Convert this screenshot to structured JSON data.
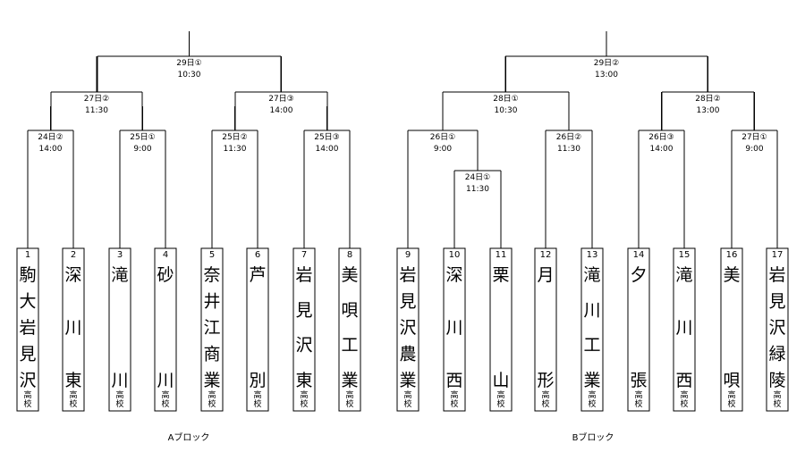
{
  "blocks": [
    {
      "label": "Aブロック",
      "matches": [
        {
          "id": "a1",
          "date": "24日②",
          "time": "14:00"
        },
        {
          "id": "a2",
          "date": "25日①",
          "time": "9:00"
        },
        {
          "id": "a3",
          "date": "25日②",
          "time": "11:30"
        },
        {
          "id": "a4",
          "date": "25日③",
          "time": "14:00"
        },
        {
          "id": "a5",
          "date": "27日②",
          "time": "11:30"
        },
        {
          "id": "a6",
          "date": "27日③",
          "time": "14:00"
        },
        {
          "id": "a7",
          "date": "29日①",
          "time": "10:30"
        }
      ],
      "teams": [
        {
          "number": "1",
          "name": "駒大岩見沢",
          "suffix": "高校"
        },
        {
          "number": "2",
          "name": "深川東",
          "suffix": "高校"
        },
        {
          "number": "3",
          "name": "滝川",
          "suffix": "高校"
        },
        {
          "number": "4",
          "name": "砂川",
          "suffix": "高校"
        },
        {
          "number": "5",
          "name": "奈井江商業",
          "suffix": "高校"
        },
        {
          "number": "6",
          "name": "芦別",
          "suffix": "高校"
        },
        {
          "number": "7",
          "name": "岩見沢東",
          "suffix": "高校"
        },
        {
          "number": "8",
          "name": "美唄工業",
          "suffix": "高校"
        }
      ]
    },
    {
      "label": "Bブロック",
      "matches": [
        {
          "id": "b0",
          "date": "24日①",
          "time": "11:30"
        },
        {
          "id": "b1",
          "date": "26日①",
          "time": "9:00"
        },
        {
          "id": "b2",
          "date": "26日②",
          "time": "11:30"
        },
        {
          "id": "b3",
          "date": "26日③",
          "time": "14:00"
        },
        {
          "id": "b4",
          "date": "27日①",
          "time": "9:00"
        },
        {
          "id": "b5",
          "date": "28日①",
          "time": "10:30"
        },
        {
          "id": "b6",
          "date": "28日②",
          "time": "13:00"
        },
        {
          "id": "b7",
          "date": "29日②",
          "time": "13:00"
        }
      ],
      "teams": [
        {
          "number": "9",
          "name": "岩見沢農業",
          "suffix": "高校"
        },
        {
          "number": "10",
          "name": "深川西",
          "suffix": "高校"
        },
        {
          "number": "11",
          "name": "栗山",
          "suffix": "高校"
        },
        {
          "number": "12",
          "name": "月形",
          "suffix": "高校"
        },
        {
          "number": "13",
          "name": "滝川工業",
          "suffix": "高校"
        },
        {
          "number": "14",
          "name": "夕張",
          "suffix": "高校"
        },
        {
          "number": "15",
          "name": "滝川西",
          "suffix": "高校"
        },
        {
          "number": "16",
          "name": "美唄",
          "suffix": "高校"
        },
        {
          "number": "17",
          "name": "岩見沢緑陵",
          "suffix": "高校"
        }
      ]
    }
  ]
}
